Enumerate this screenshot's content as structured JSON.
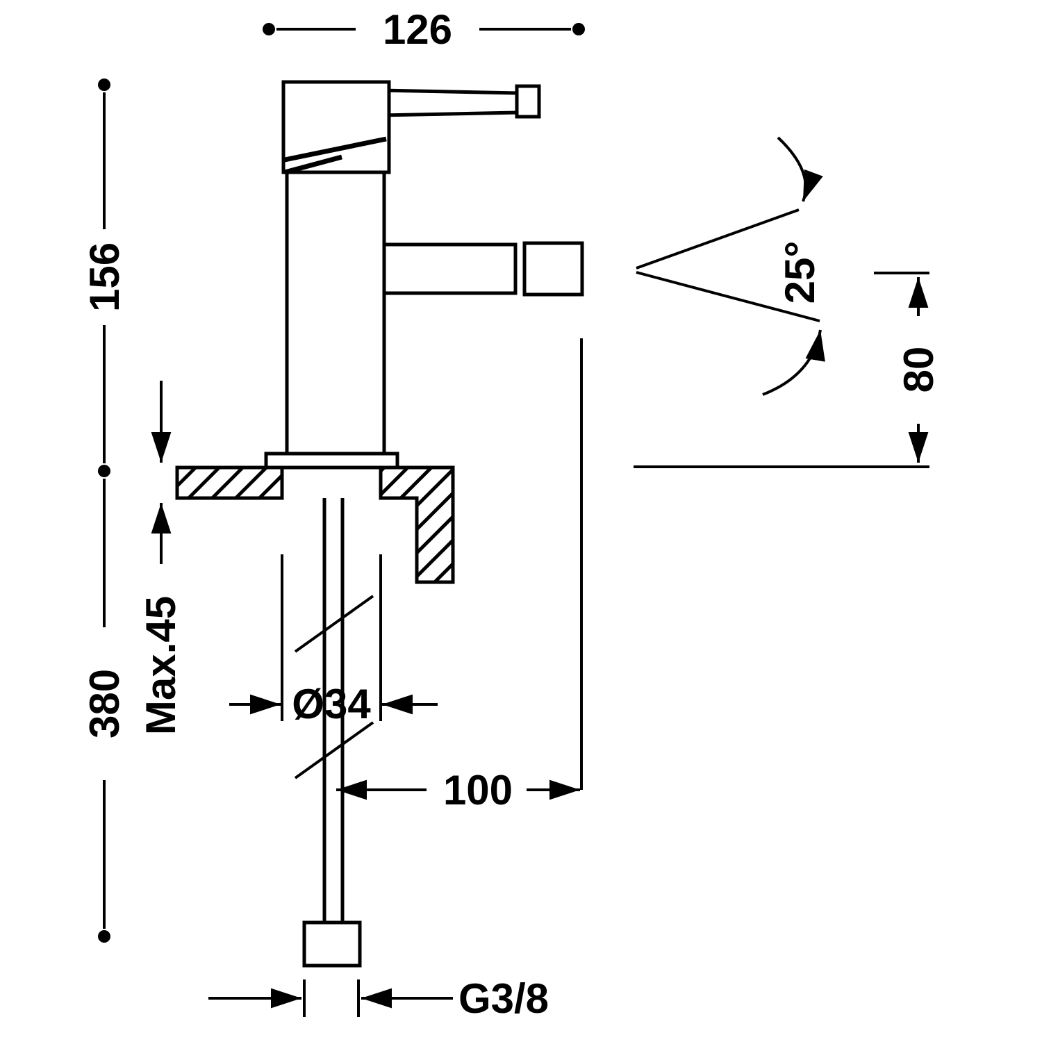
{
  "colors": {
    "line": "#000000",
    "background": "#ffffff"
  },
  "dims": {
    "overall_width": "126",
    "height_above_deck": "156",
    "length_below_deck": "380",
    "max_deck_thickness": "Max.45",
    "hole_diameter": "Ø34",
    "spout_projection": "100",
    "thread_size": "G3/8",
    "spray_angle": "25°",
    "spout_height": "80"
  }
}
